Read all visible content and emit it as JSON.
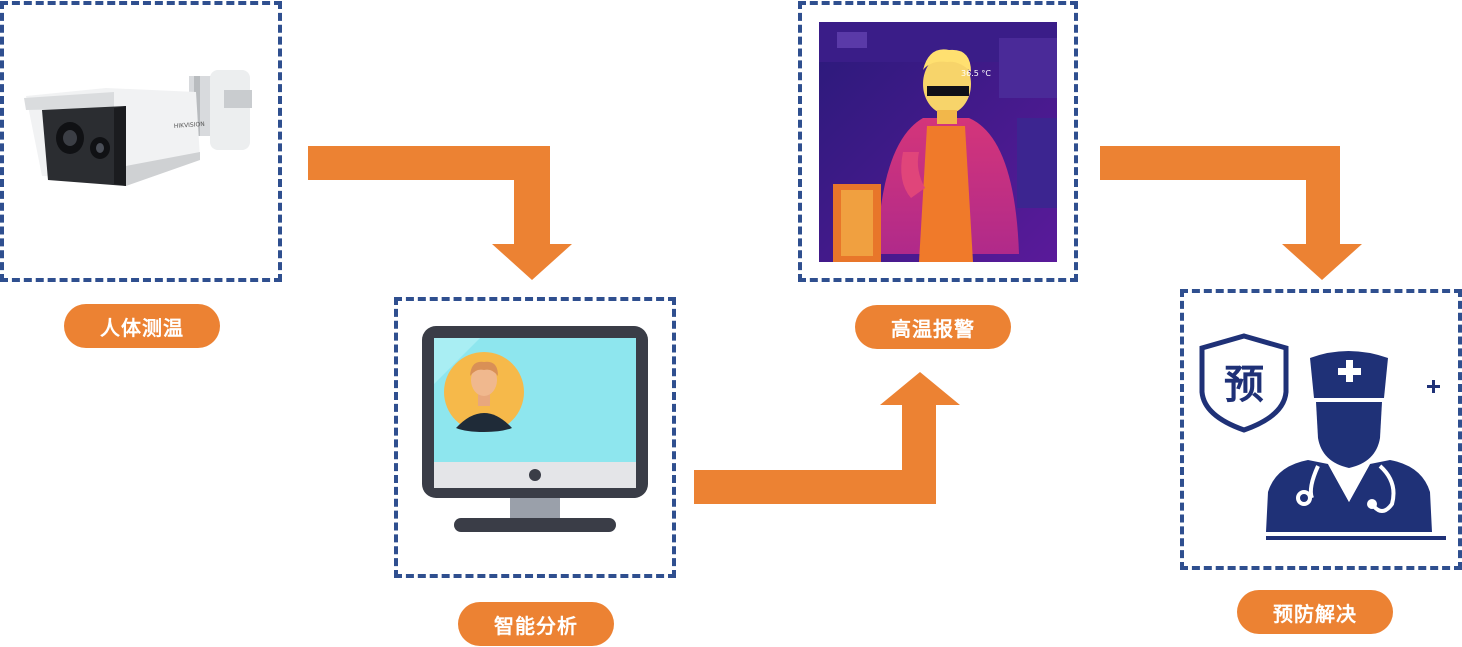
{
  "steps": [
    {
      "label": "人体测温"
    },
    {
      "label": "智能分析"
    },
    {
      "label": "高温报警"
    },
    {
      "label": "预防解决"
    }
  ],
  "camera": {
    "brand_text": "HIKVISION"
  },
  "thermal": {
    "temperature_readout": "36.5 °C"
  },
  "badge": {
    "character": "预"
  },
  "colors": {
    "accent": "#ec8233",
    "frame": "#2f4f8f",
    "navy": "#1f3177"
  }
}
